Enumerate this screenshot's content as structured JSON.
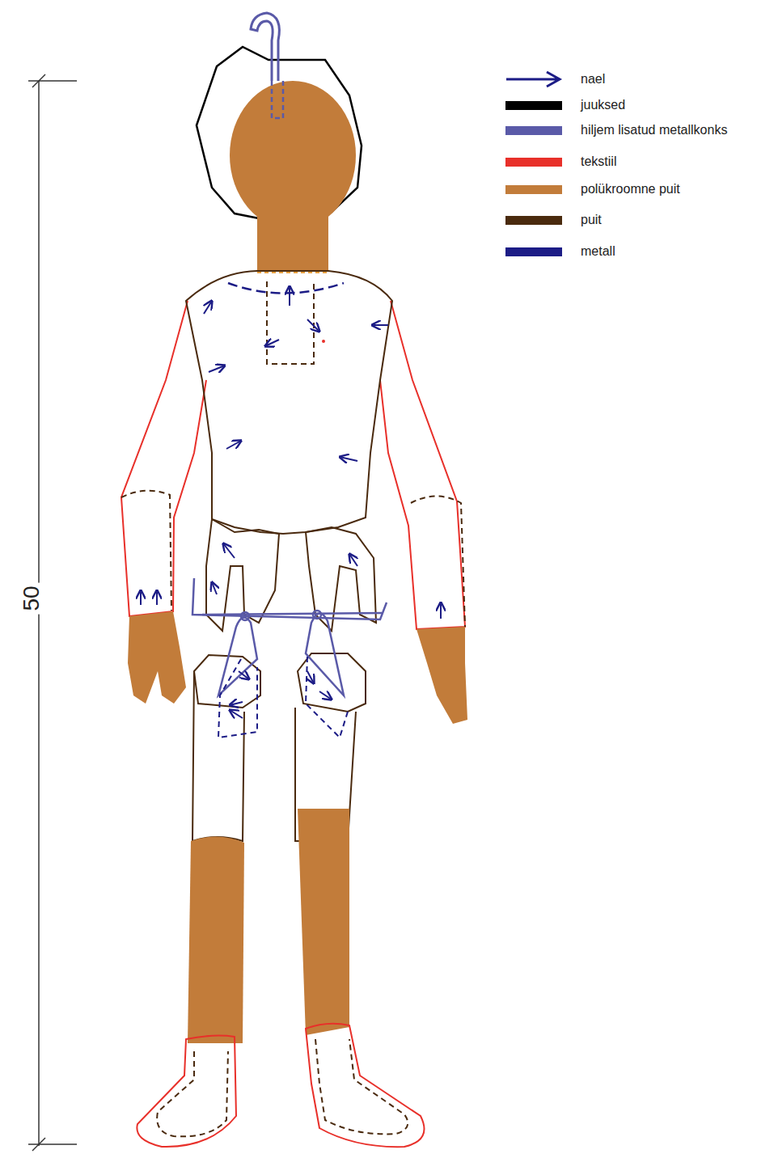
{
  "diagram": {
    "labels": [
      "50"
    ],
    "legend": [
      {
        "text": "nael"
      },
      {
        "text": "juuksed",
        "color": "#000000"
      },
      {
        "text": "hiljem lisatud metallkonks",
        "color": "#5a5aa8"
      },
      {
        "text": "tekstiil",
        "color": "#e8302a"
      },
      {
        "text": "polükroomne puit",
        "color": "#c27c3a"
      },
      {
        "text": "puit",
        "color": "#4a2a0e"
      },
      {
        "text": "metall",
        "color": "#1c1c86"
      }
    ]
  }
}
